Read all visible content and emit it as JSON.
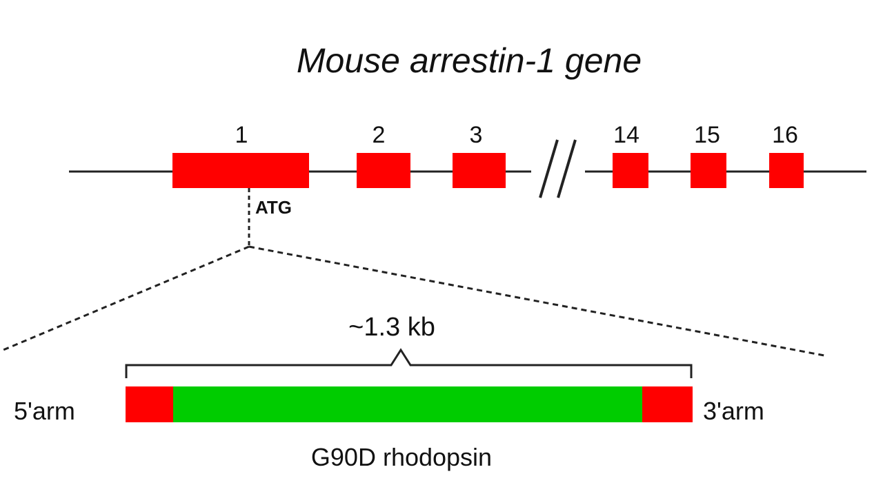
{
  "title": "Mouse arrestin-1 gene",
  "exons": [
    {
      "label": "1"
    },
    {
      "label": "2"
    },
    {
      "label": "3"
    },
    {
      "label": "14"
    },
    {
      "label": "15"
    },
    {
      "label": "16"
    }
  ],
  "break_symbol": "//",
  "atg_label": "ATG",
  "construct": {
    "size_label": "~1.3 kb",
    "left_arm_label": "5'arm",
    "right_arm_label": "3'arm",
    "insert_label": "G90D rhodopsin"
  },
  "colors": {
    "exon": "#ff0000",
    "insert": "#00cc00",
    "line": "#222222"
  }
}
